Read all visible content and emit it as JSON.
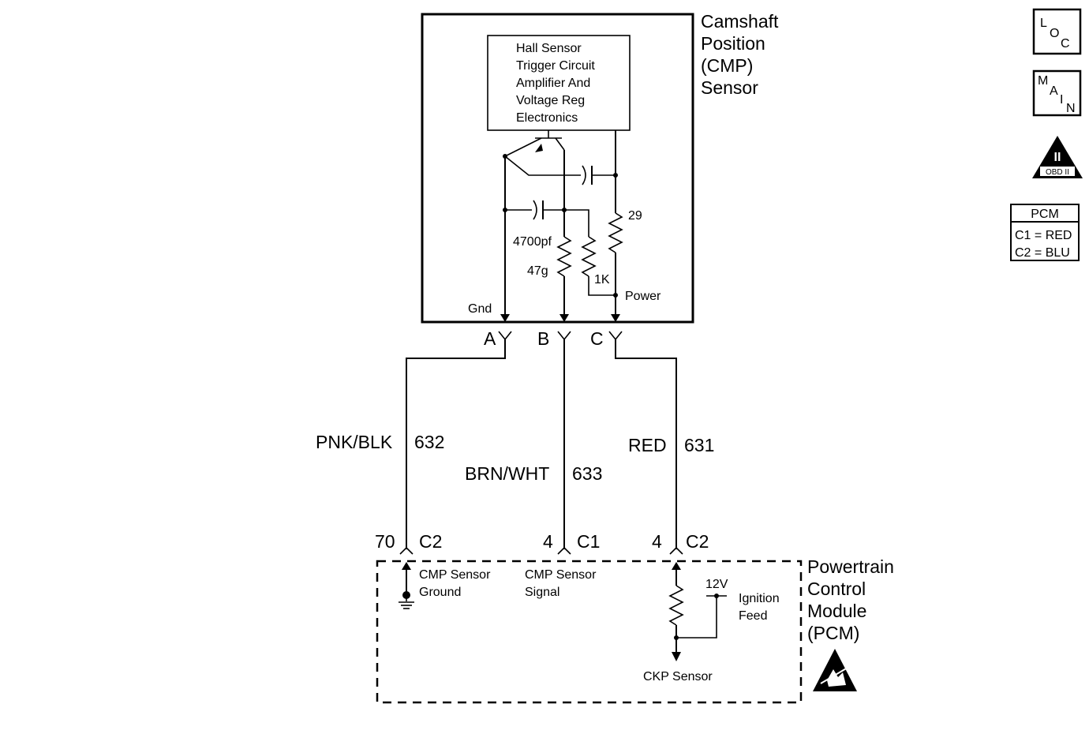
{
  "sensor": {
    "title_lines": [
      "Camshaft",
      "Position",
      "(CMP)",
      "Sensor"
    ],
    "inner_box_lines": [
      "Hall Sensor",
      "Trigger Circuit",
      "Amplifier And",
      "Voltage Reg",
      "Electronics"
    ],
    "capacitor_label": "4700pf",
    "resistor_47": "47g",
    "resistor_1k": "1K",
    "resistor_29": "29",
    "gnd_label": "Gnd",
    "power_label": "Power"
  },
  "pins": {
    "a": "A",
    "b": "B",
    "c": "C"
  },
  "wires": {
    "left_color": "PNK/BLK",
    "left_circuit": "632",
    "mid_color": "BRN/WHT",
    "mid_circuit": "633",
    "right_color": "RED",
    "right_circuit": "631"
  },
  "pcm_connectors": {
    "left_pin": "70",
    "left_conn": "C2",
    "mid_pin": "4",
    "mid_conn": "C1",
    "right_pin": "4",
    "right_conn": "C2"
  },
  "pcm": {
    "title_lines": [
      "Powertrain",
      "Control",
      "Module",
      "(PCM)"
    ],
    "ground_label_lines": [
      "CMP Sensor",
      "Ground"
    ],
    "signal_label_lines": [
      "CMP Sensor",
      "Signal"
    ],
    "voltage_label": "12V",
    "ignition_lines": [
      "Ignition",
      "Feed"
    ],
    "ckp_label": "CKP Sensor"
  },
  "legend": {
    "loc": [
      "L",
      "O",
      "C"
    ],
    "main": [
      "M",
      "A",
      "I",
      "N"
    ],
    "obd_roman": "II",
    "obd_text": "OBD II",
    "pcm_header": "PCM",
    "pcm_c1": "C1 = RED",
    "pcm_c2": "C2 = BLU"
  }
}
